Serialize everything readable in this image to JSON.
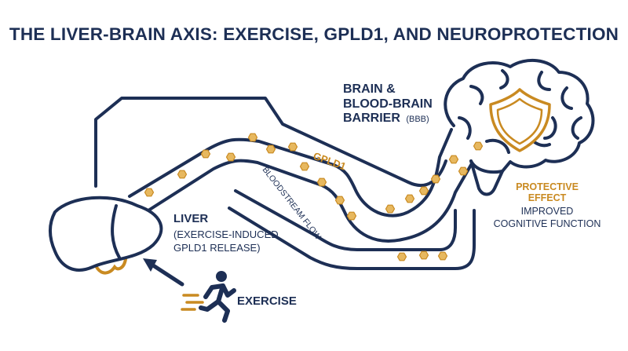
{
  "title": "THE LIVER-BRAIN AXIS: EXERCISE, GPLD1, AND NEUROPROTECTION",
  "brain_label": [
    "BRAIN &",
    "BLOOD-BRAIN",
    "BARRIER"
  ],
  "brain_label_abbr": "(BBB)",
  "gpld1_label": "GPLD1",
  "bloodstream_label": "BLOODSTREAM FLOW",
  "protective_label": [
    "PROTECTIVE",
    "EFFECT"
  ],
  "cognitive_label": [
    "IMPROVED",
    "COGNITIVE FUNCTION"
  ],
  "liver_label": "LIVER",
  "liver_sublabel": [
    "(EXERCISE-INDUCED",
    "GPLD1 RELEASE)"
  ],
  "exercise_label": "EXERCISE",
  "colors": {
    "navy": "#1d2f55",
    "gold": "#c98a21",
    "gold_fill": "#e7b85f"
  },
  "icons": [
    "liver-icon",
    "brain-icon",
    "shield-icon",
    "runner-icon",
    "arrow-icon",
    "molecule-icon"
  ]
}
